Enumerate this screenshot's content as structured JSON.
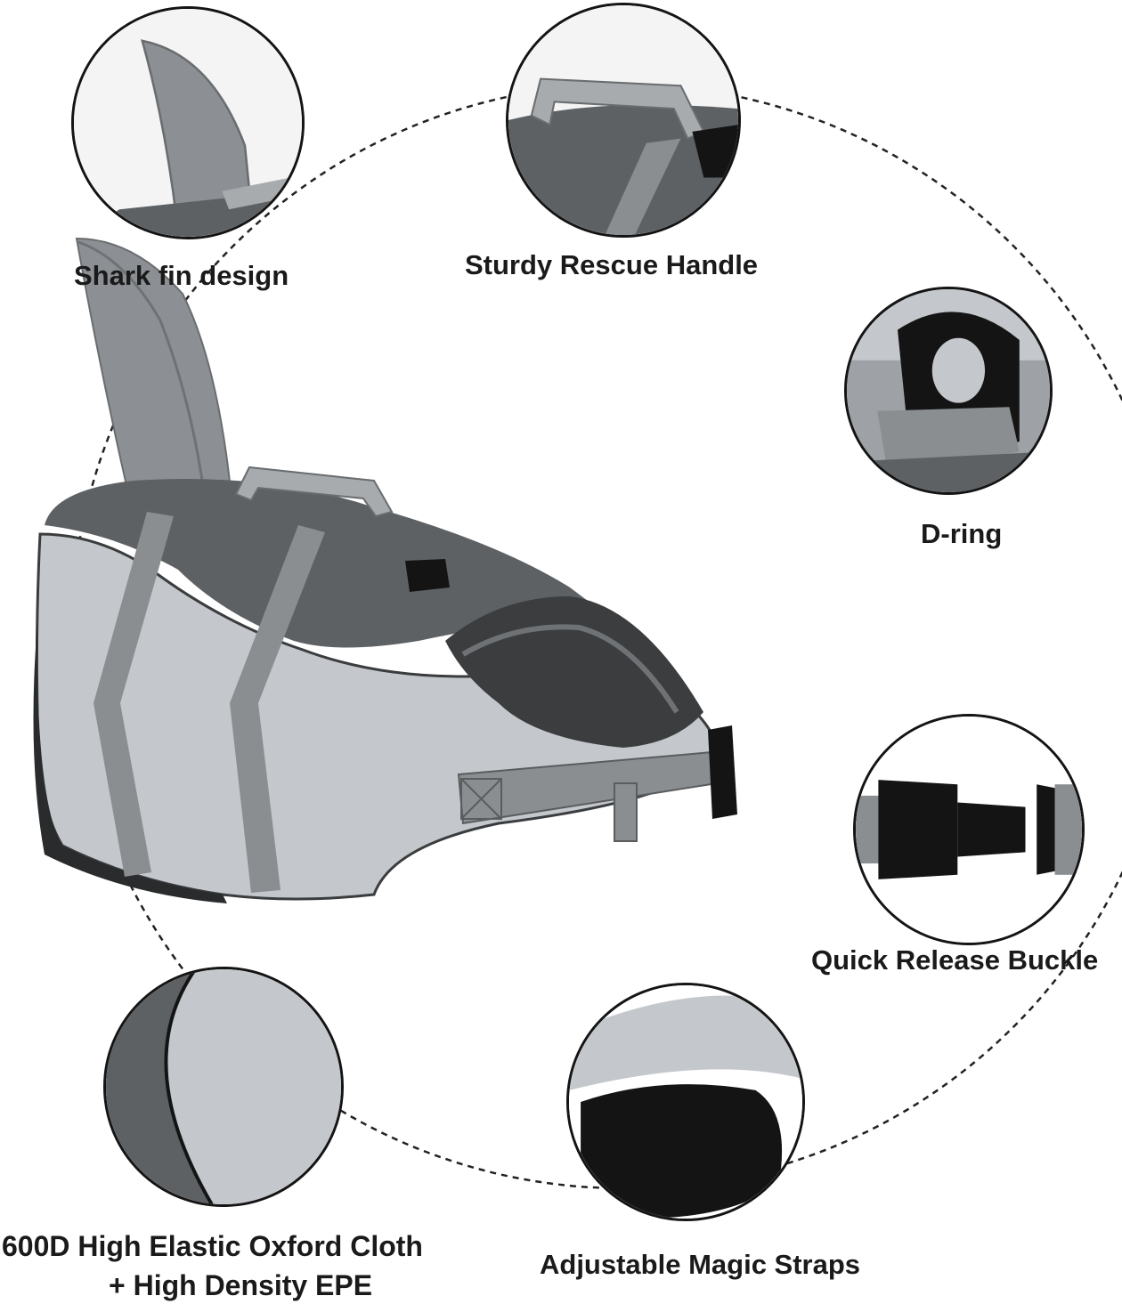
{
  "features": {
    "fin": "Shark fin design",
    "handle": "Sturdy Rescue Handle",
    "dring": "D-ring",
    "buckle": "Quick Release Buckle",
    "cloth_line1": "600D High Elastic Oxford Cloth",
    "cloth_line2": "+ High Density EPE",
    "straps": "Adjustable Magic Straps"
  },
  "colors": {
    "vest_light": "#c4c8cc",
    "vest_dark": "#5e6164",
    "strap": "#8b8e91",
    "black": "#141414",
    "background": "#ffffff"
  }
}
